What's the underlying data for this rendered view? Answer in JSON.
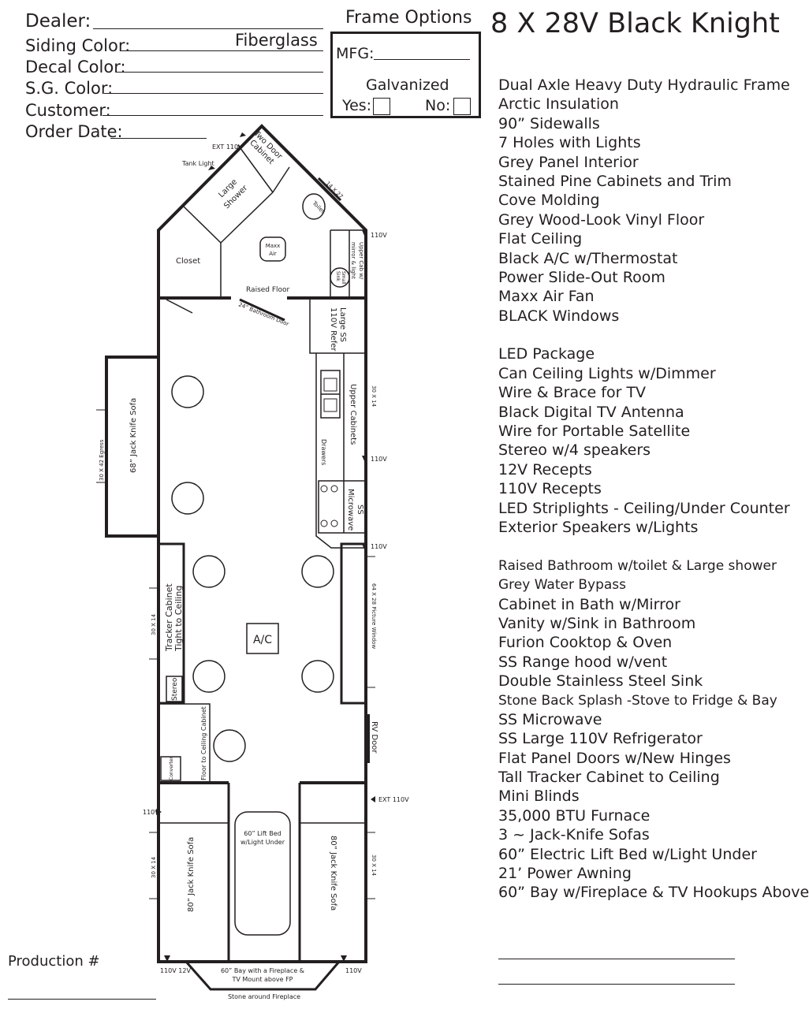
{
  "title": "8 X 28V Black Knight",
  "form": {
    "dealer_label": "Dealer:",
    "siding_label": "Siding Color:",
    "siding_value": "Fiberglass",
    "decal_label": "Decal Color:",
    "sg_label": "S.G. Color:",
    "customer_label": "Customer:",
    "order_date_label": "Order Date:",
    "production_label": "Production #"
  },
  "frame_options": {
    "title": "Frame Options",
    "mfg_label": "MFG:",
    "galvanized_label": "Galvanized",
    "yes_label": "Yes:",
    "no_label": "No:"
  },
  "features": [
    {
      "text": "Dual Axle Heavy Duty Hydraulic Frame"
    },
    {
      "text": "Arctic Insulation"
    },
    {
      "text": "90” Sidewalls"
    },
    {
      "text": "7 Holes with Lights"
    },
    {
      "text": "Grey Panel Interior"
    },
    {
      "text": "Stained Pine Cabinets and Trim"
    },
    {
      "text": "Cove Molding"
    },
    {
      "text": "Grey Wood-Look Vinyl Floor"
    },
    {
      "text": "Flat Ceiling"
    },
    {
      "text": "Black A/C w/Thermostat"
    },
    {
      "text": "Power Slide-Out Room"
    },
    {
      "text": "Maxx Air Fan"
    },
    {
      "text": "BLACK Windows"
    },
    {
      "text": ""
    },
    {
      "text": "LED Package"
    },
    {
      "text": "Can Ceiling Lights w/Dimmer"
    },
    {
      "text": "Wire & Brace for TV"
    },
    {
      "text": "Black Digital TV Antenna"
    },
    {
      "text": "Wire for Portable Satellite"
    },
    {
      "text": "Stereo w/4 speakers"
    },
    {
      "text": "12V Recepts"
    },
    {
      "text": "110V Recepts"
    },
    {
      "text": "LED Striplights - Ceiling/Under Counter"
    },
    {
      "text": "Exterior Speakers w/Lights"
    },
    {
      "text": ""
    },
    {
      "text": "Raised Bathroom w/toilet & Large shower",
      "small": true
    },
    {
      "text": "Grey Water Bypass",
      "small": true
    },
    {
      "text": "Cabinet in Bath w/Mirror"
    },
    {
      "text": "Vanity w/Sink in Bathroom"
    },
    {
      "text": "Furion Cooktop & Oven"
    },
    {
      "text": "SS Range hood w/vent"
    },
    {
      "text": "Double Stainless Steel Sink"
    },
    {
      "text": "Stone Back Splash -Stove to Fridge & Bay",
      "small": true
    },
    {
      "text": "SS Microwave"
    },
    {
      "text": "SS Large 110V Refrigerator"
    },
    {
      "text": "Flat Panel Doors w/New Hinges"
    },
    {
      "text": "Tall Tracker Cabinet to Ceiling"
    },
    {
      "text": "Mini Blinds"
    },
    {
      "text": "35,000 BTU Furnace"
    },
    {
      "text": "3 ~ Jack-Knife Sofas"
    },
    {
      "text": "60” Electric Lift Bed w/Light Under"
    },
    {
      "text": "21’ Power Awning"
    },
    {
      "text": "60” Bay w/Fireplace & TV Hookups Above"
    }
  ],
  "floorplan": {
    "ext_110v_top": "EXT 110V",
    "tank_light": "Tank Light",
    "two_door_cabinet_1": "Two Door",
    "two_door_cabinet_2": "Cabinet",
    "large_shower_1": "Large",
    "large_shower_2": "Shower",
    "window_14x27": "14 X 27",
    "toilet": "Toilet",
    "closet": "Closet",
    "maxx_air_1": "Maxx",
    "maxx_air_2": "Air",
    "upper_cab_1": "Upper Cab w/",
    "upper_cab_2": "mirror & light",
    "small_sink_1": "Small",
    "small_sink_2": "Sink",
    "v110_a": "110V",
    "raised_floor": "Raised Floor",
    "bathroom_door": "24” Bathroom Door",
    "refer_1": "Large SS",
    "refer_2": "110V Refer",
    "upper_cabinets": "Upper Cabinets",
    "window_30x14_right": "30 X 14",
    "drawers": "Drawers",
    "v110_b": "110V",
    "microwave_1": "SS",
    "microwave_2": "Microwave",
    "v110_c": "110V",
    "sofa_68": "68” Jack Knife Sofa",
    "egress": "30 X 42 Egress",
    "picture_window": "64 X 28 Picture Window",
    "tracker_1": "Tracker Cabinet",
    "tracker_2": "Tight to Ceiling",
    "window_30x14_left": "30 X 14",
    "stereo": "Stereo",
    "ac": "A/C",
    "rv_door": "RV Door",
    "floor_cabinet": "Floor to Ceiling Cabinet",
    "converter": "Converter",
    "ext_110v_right": "EXT 110V",
    "v110_d": "110V",
    "lift_bed_1": "60” Lift Bed",
    "lift_bed_2": "w/Light Under",
    "sofa_80_left": "80” Jack Knife Sofa",
    "sofa_80_right": "80” Jack Knife Sofa",
    "window_30x14_bl": "30 X 14",
    "window_30x14_br": "30 X 14",
    "v110_12v": "110V 12V",
    "v110_e": "110V",
    "bay_1": "60” Bay with a Fireplace &",
    "bay_2": "TV Mount above FP",
    "stone": "Stone around Fireplace"
  }
}
